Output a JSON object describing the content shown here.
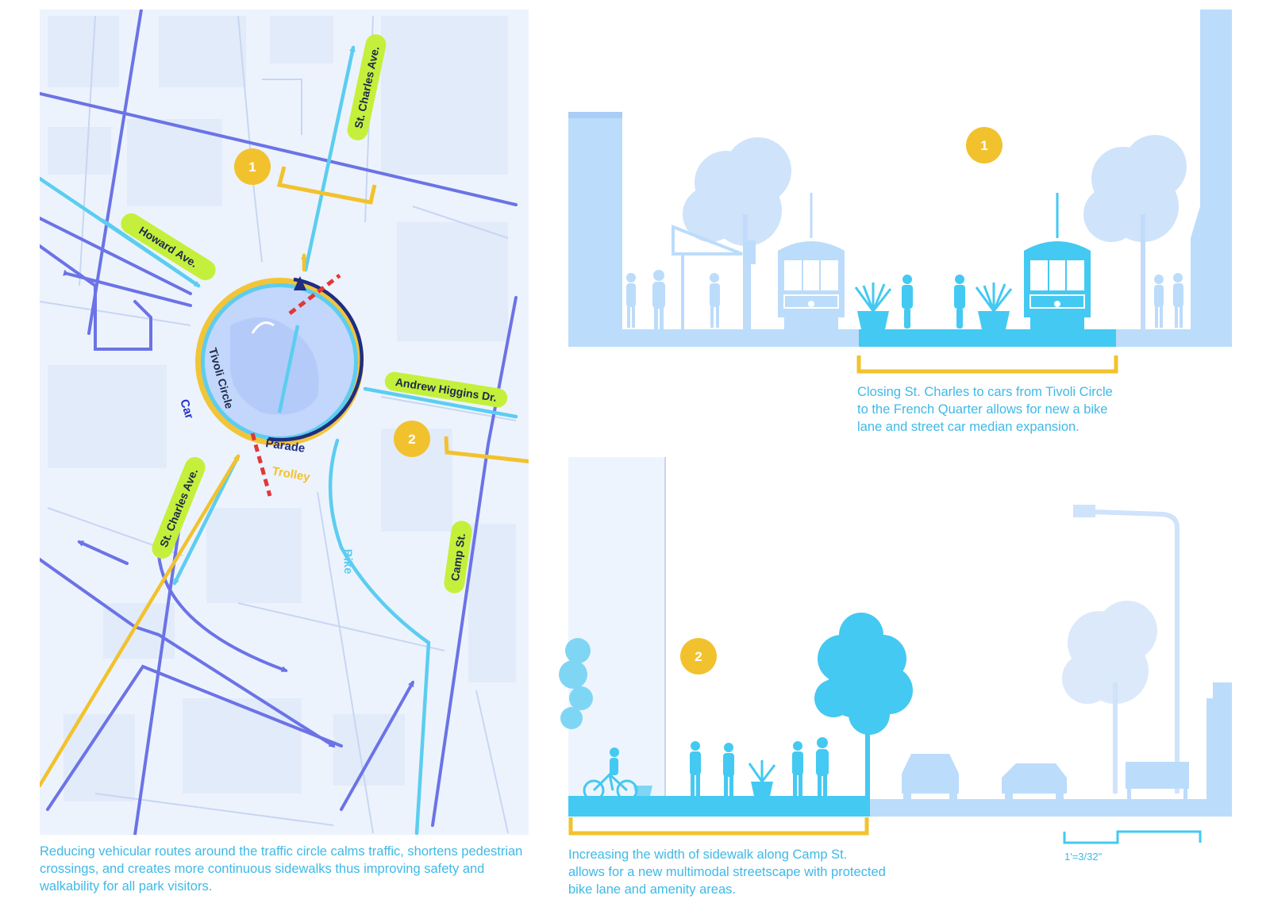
{
  "map": {
    "badges": [
      "1",
      "2"
    ],
    "streets": {
      "st_charles_north": "St. Charles Ave.",
      "howard": "Howard Ave.",
      "andrew_higgins": "Andrew Higgins Dr.",
      "st_charles_south": "St. Charles Ave.",
      "camp": "Camp St."
    },
    "labels": {
      "tivoli": "Tivoli Circle",
      "car": "Car",
      "parade": "Parade",
      "trolley": "Trolley",
      "bike": "Bike"
    },
    "caption": "Reducing vehicular routes around the traffic circle calms traffic, shortens pedestrian crossings, and creates more continuous sidewalks thus improving safety and walkability for all park visitors."
  },
  "section1": {
    "badge": "1",
    "caption": "Closing St. Charles to cars from Tivoli Circle to the French Quarter allows for new a bike lane and street car median expansion."
  },
  "section2": {
    "badge": "2",
    "caption": "Increasing the width of sidewalk along Camp St. allows for  a new multimodal streetscape with protected bike lane and amenity areas.",
    "scale": "1'=3/32\""
  },
  "colors": {
    "car": "#6b73e6",
    "bike": "#5ccdf0",
    "trolley": "#f2c22e",
    "parade": "#1f2e80",
    "badge": "#f2c22e",
    "label_bg": "#c4f03c",
    "section_fill": "#bcdcfb",
    "highlight": "#44c9f2",
    "caption_text": "#3fb9e6"
  }
}
